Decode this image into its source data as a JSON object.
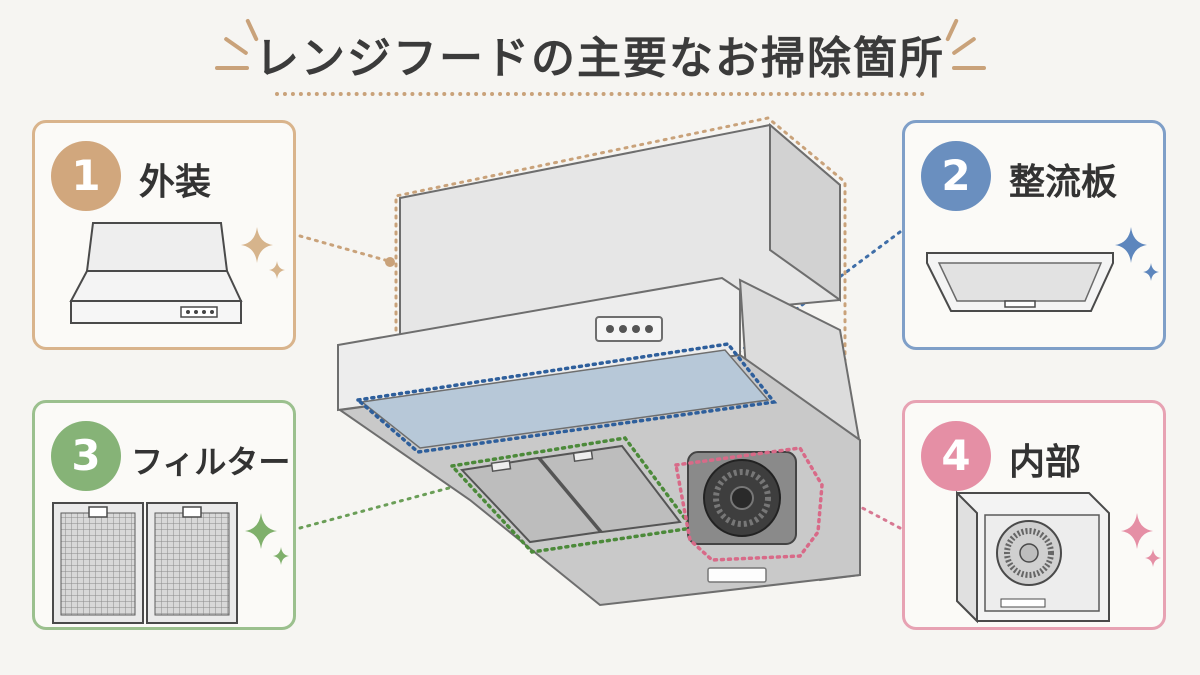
{
  "title": "レンジフードの主要なお掃除箇所",
  "colors": {
    "outer": "#c9a27a",
    "plate": "#5b86b8",
    "filter": "#7aaa67",
    "inner": "#e08aa0"
  },
  "parts": [
    {
      "number": "1",
      "label": "外装",
      "icon": "range-hood-exterior-icon"
    },
    {
      "number": "2",
      "label": "整流板",
      "icon": "baffle-plate-icon"
    },
    {
      "number": "3",
      "label": "フィルター",
      "icon": "grease-filter-icon"
    },
    {
      "number": "4",
      "label": "内部",
      "icon": "fan-interior-icon"
    }
  ]
}
